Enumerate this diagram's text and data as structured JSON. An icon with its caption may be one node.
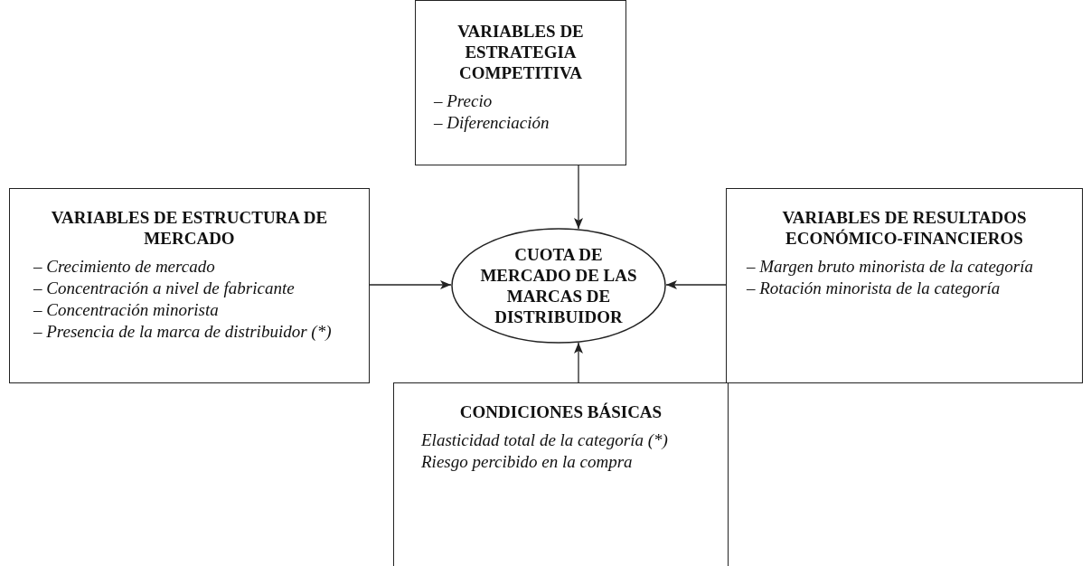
{
  "diagram": {
    "nodes": [
      {
        "text": [
          "VARIABLES DE ESTRATEGIA COMPETITIVA",
          "– Precio",
          "– Diferenciación"
        ]
      },
      {
        "text": [
          "VARIABLES DE ESTRUCTURA DE MERCADO",
          "– Crecimiento de mercado",
          "– Concentración a nivel de fabricante",
          "– Concentración minorista",
          "– Presencia de la marca de distribuidor (*)"
        ]
      },
      {
        "text": [
          "CUOTA DE MERCADO DE LAS MARCAS DE DISTRIBUIDOR"
        ]
      },
      {
        "text": [
          "VARIABLES DE RESULTADOS ECONÓMICO-FINANCIEROS",
          "– Margen bruto minorista de la categoría",
          "– Rotación minorista de la categoría"
        ]
      },
      {
        "text": [
          "CONDICIONES BÁSICAS",
          "Elasticidad total de la categoría (*)",
          "Riesgo percibido en la compra"
        ]
      }
    ],
    "edges": [
      {
        "from": 0,
        "to": 2,
        "arrow": "to"
      },
      {
        "from": 1,
        "to": 2,
        "arrow": "to"
      },
      {
        "from": 3,
        "to": 2,
        "arrow": "to"
      },
      {
        "from": 4,
        "to": 2,
        "arrow": "to"
      }
    ]
  }
}
